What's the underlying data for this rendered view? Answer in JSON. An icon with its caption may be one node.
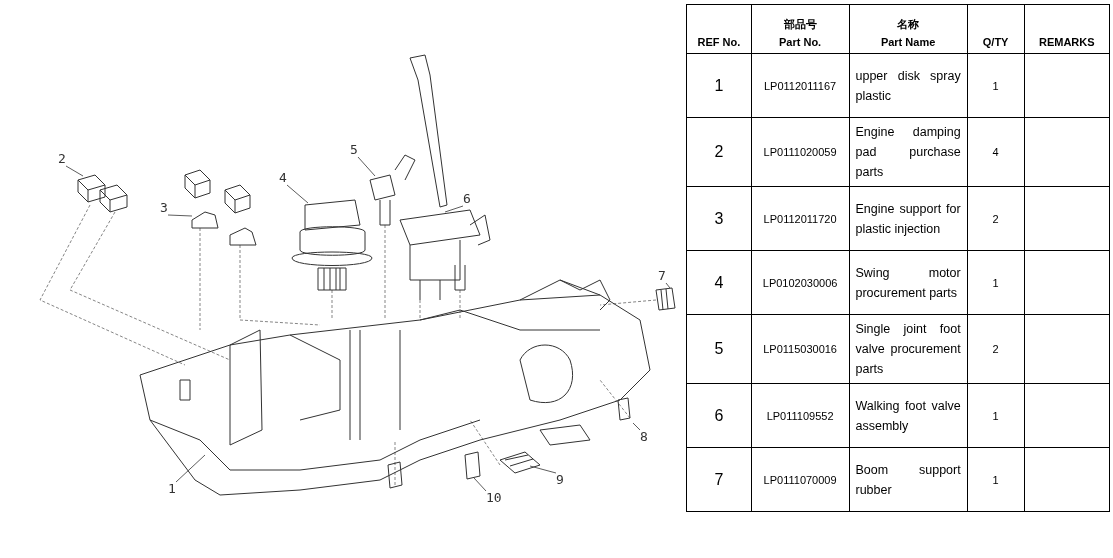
{
  "diagram": {
    "nodes": [
      {
        "text": [
          "1"
        ]
      },
      {
        "text": [
          "2"
        ]
      },
      {
        "text": [
          "3"
        ]
      },
      {
        "text": [
          "4"
        ]
      },
      {
        "text": [
          "5"
        ]
      },
      {
        "text": [
          "6"
        ]
      },
      {
        "text": [
          "7"
        ]
      },
      {
        "text": [
          "8"
        ]
      },
      {
        "text": [
          "9"
        ]
      },
      {
        "text": [
          "10"
        ]
      }
    ],
    "edges": [
      {
        "from": 0,
        "to": null,
        "arrow": "none"
      },
      {
        "from": 1,
        "to": null,
        "arrow": "none"
      },
      {
        "from": 2,
        "to": null,
        "arrow": "none"
      },
      {
        "from": 3,
        "to": null,
        "arrow": "none"
      },
      {
        "from": 4,
        "to": null,
        "arrow": "none"
      },
      {
        "from": 5,
        "to": null,
        "arrow": "none"
      },
      {
        "from": 6,
        "to": null,
        "arrow": "none"
      },
      {
        "from": 7,
        "to": null,
        "arrow": "none"
      },
      {
        "from": 8,
        "to": null,
        "arrow": "none"
      },
      {
        "from": 9,
        "to": null,
        "arrow": "none"
      }
    ],
    "labels": [
      "REF No.",
      "部品号",
      "Part No.",
      "名称",
      "Part Name",
      "Q/TY",
      "REMARKS",
      "1",
      "LP0112011167",
      "upper disk spray plastic",
      "1",
      "2",
      "LP0111020059",
      "Engine damping pad purchase parts",
      "4",
      "3",
      "LP0112011720",
      "Engine support for plastic injection",
      "2",
      "4",
      "LP0102030006",
      "Swing motor procurement parts",
      "1",
      "5",
      "LP0115030016",
      "Single joint foot valve procurement parts",
      "2",
      "6",
      "LP011109552",
      "Walking foot valve assembly",
      "1",
      "7",
      "LP0111070009",
      "Boom support rubber",
      "1"
    ]
  }
}
